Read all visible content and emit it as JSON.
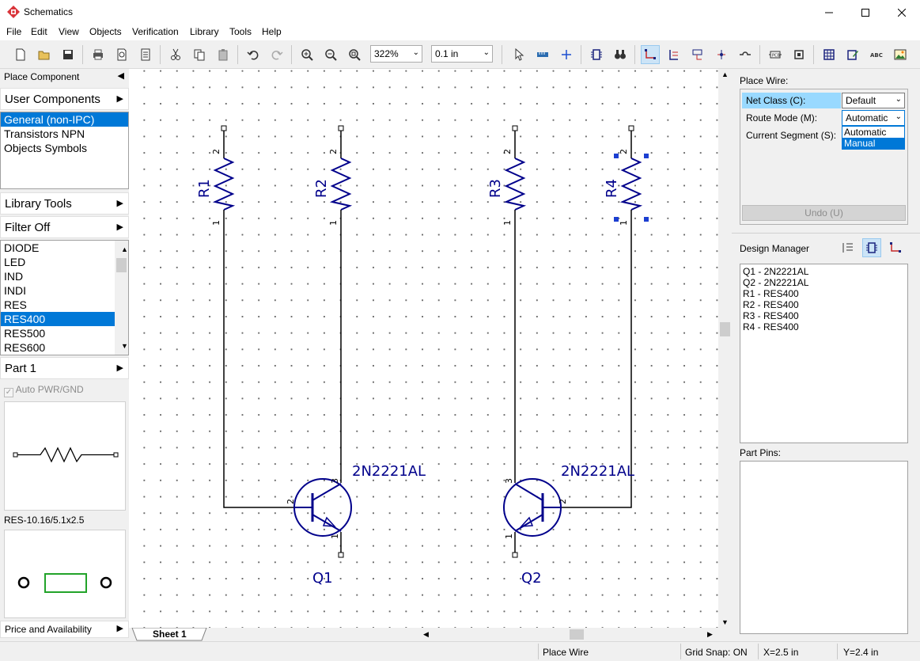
{
  "window": {
    "title": "Schematics"
  },
  "menu": [
    "File",
    "Edit",
    "View",
    "Objects",
    "Verification",
    "Library",
    "Tools",
    "Help"
  ],
  "toolbar": {
    "zoom": "322%",
    "grid": "0.1 in"
  },
  "left": {
    "place_component": "Place Component",
    "user_components": "User Components",
    "libraries": [
      {
        "label": "General (non-IPC)",
        "selected": true
      },
      {
        "label": "Transistors NPN",
        "selected": false
      },
      {
        "label": "Objects Symbols",
        "selected": false
      }
    ],
    "library_tools": "Library Tools",
    "filter": "Filter Off",
    "components": [
      {
        "label": "DIODE",
        "selected": false
      },
      {
        "label": "LED",
        "selected": false
      },
      {
        "label": "IND",
        "selected": false
      },
      {
        "label": "INDI",
        "selected": false
      },
      {
        "label": "RES",
        "selected": false
      },
      {
        "label": "RES400",
        "selected": true
      },
      {
        "label": "RES500",
        "selected": false
      },
      {
        "label": "RES600",
        "selected": false
      }
    ],
    "part": "Part 1",
    "auto_pwr": "Auto PWR/GND",
    "footprint_name": "RES-10.16/5.1x2.5",
    "price": "Price and Availability"
  },
  "schematic": {
    "resistors": [
      {
        "ref": "R1",
        "pin_top": "2",
        "pin_bottom": "1"
      },
      {
        "ref": "R2",
        "pin_top": "2",
        "pin_bottom": "1"
      },
      {
        "ref": "R3",
        "pin_top": "2",
        "pin_bottom": "1"
      },
      {
        "ref": "R4",
        "pin_top": "2",
        "pin_bottom": "1"
      }
    ],
    "transistors": [
      {
        "ref": "Q1",
        "value": "2N2221AL",
        "pin_b": "2",
        "pin_c": "3",
        "pin_e": "1"
      },
      {
        "ref": "Q2",
        "value": "2N2221AL",
        "pin_b": "2",
        "pin_c": "3",
        "pin_e": "1"
      }
    ],
    "sheet_tab": "Sheet 1"
  },
  "right": {
    "place_wire": "Place Wire:",
    "net_class_label": "Net Class (C):",
    "net_class_value": "Default",
    "route_mode_label": "Route Mode (M):",
    "route_mode_value": "Automatic",
    "current_segment_label": "Current Segment (S):",
    "route_options": [
      {
        "label": "Automatic",
        "highlighted": false
      },
      {
        "label": "Manual",
        "highlighted": true
      }
    ],
    "undo": "Undo (U)",
    "design_manager": "Design Manager",
    "design_items": [
      "Q1 - 2N2221AL",
      "Q2 - 2N2221AL",
      "R1 - RES400",
      "R2 - RES400",
      "R3 - RES400",
      "R4 - RES400"
    ],
    "part_pins": "Part Pins:"
  },
  "status": {
    "mode": "Place Wire",
    "grid_snap": "Grid Snap: ON",
    "x": "X=2.5 in",
    "y": "Y=2.4 in"
  },
  "colors": {
    "schematic_blue": "#00008b",
    "selection": "#0078d7",
    "wire": "#000000"
  }
}
